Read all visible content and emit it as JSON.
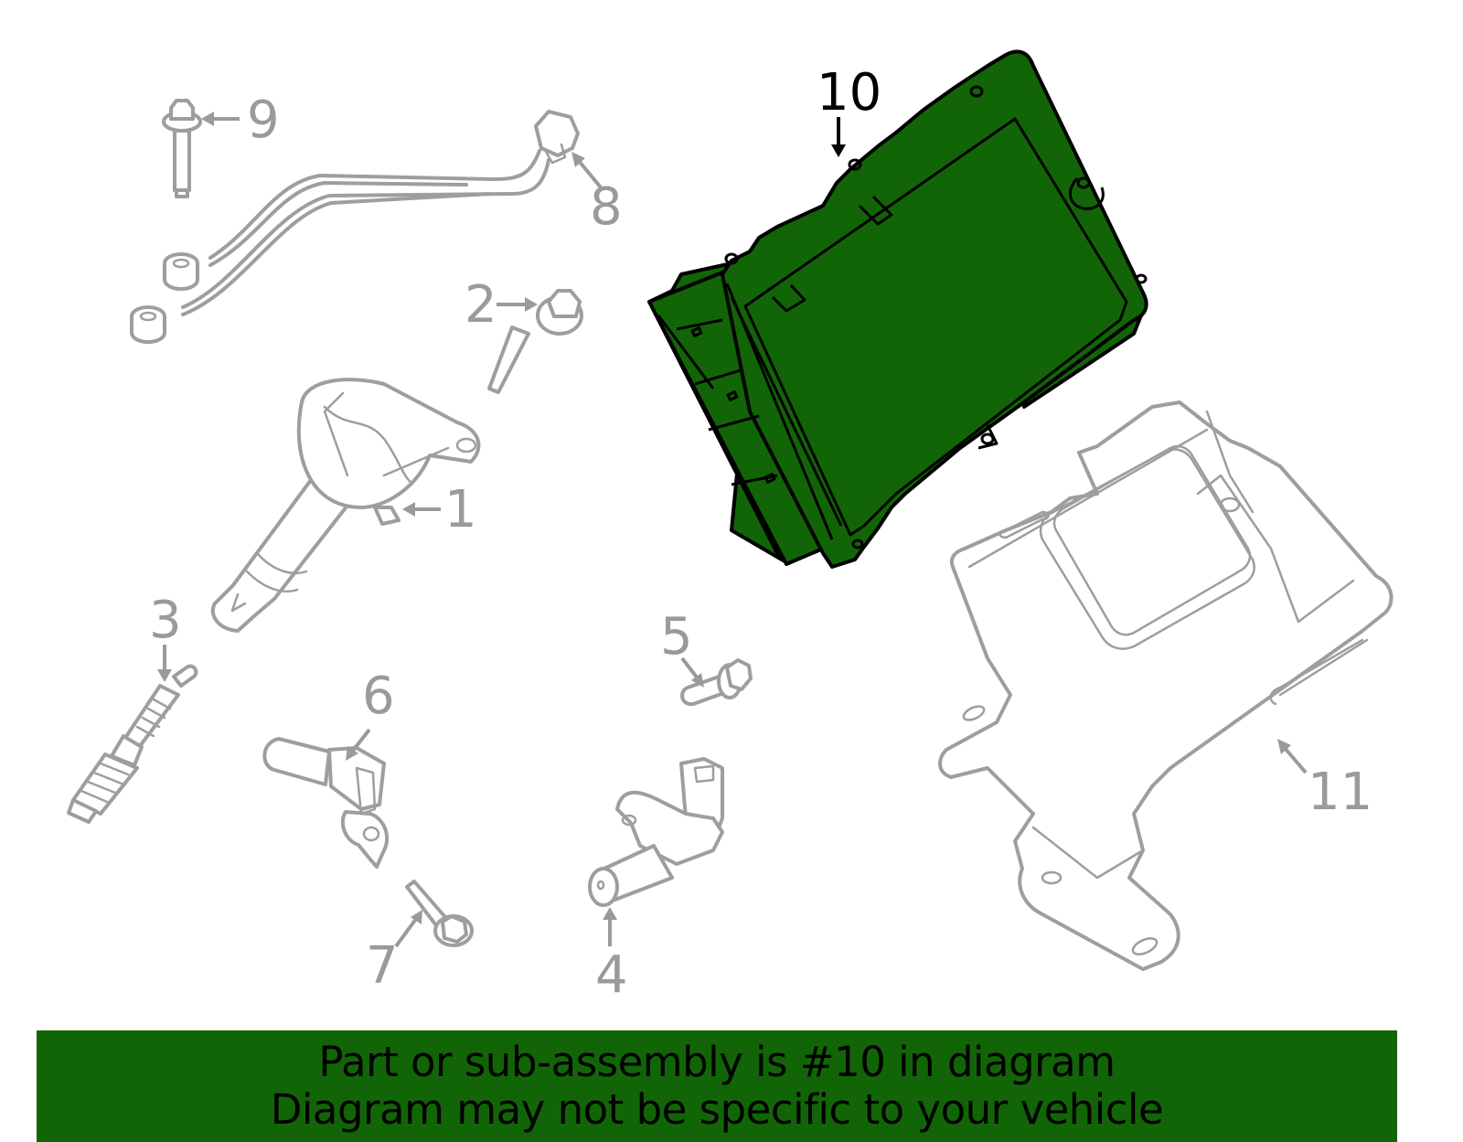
{
  "diagram": {
    "highlight_color": "#126506",
    "line_color": "#9e9e9e",
    "highlighted_part": "10",
    "callouts": [
      {
        "id": "1",
        "label": "1",
        "part": "ignition-coil"
      },
      {
        "id": "2",
        "label": "2",
        "part": "coil-bolt"
      },
      {
        "id": "3",
        "label": "3",
        "part": "spark-plug"
      },
      {
        "id": "4",
        "label": "4",
        "part": "crankshaft-position-sensor"
      },
      {
        "id": "5",
        "label": "5",
        "part": "sensor-bolt"
      },
      {
        "id": "6",
        "label": "6",
        "part": "camshaft-position-sensor"
      },
      {
        "id": "7",
        "label": "7",
        "part": "sensor-bolt"
      },
      {
        "id": "8",
        "label": "8",
        "part": "knock-sensor-harness"
      },
      {
        "id": "9",
        "label": "9",
        "part": "knock-sensor-bolt"
      },
      {
        "id": "10",
        "label": "10",
        "part": "engine-control-module"
      },
      {
        "id": "11",
        "label": "11",
        "part": "ecm-bracket"
      }
    ]
  },
  "banner": {
    "line1": "Part or sub-assembly is #10 in diagram",
    "line2": "Diagram may not be specific to your vehicle",
    "background": "#126506"
  }
}
